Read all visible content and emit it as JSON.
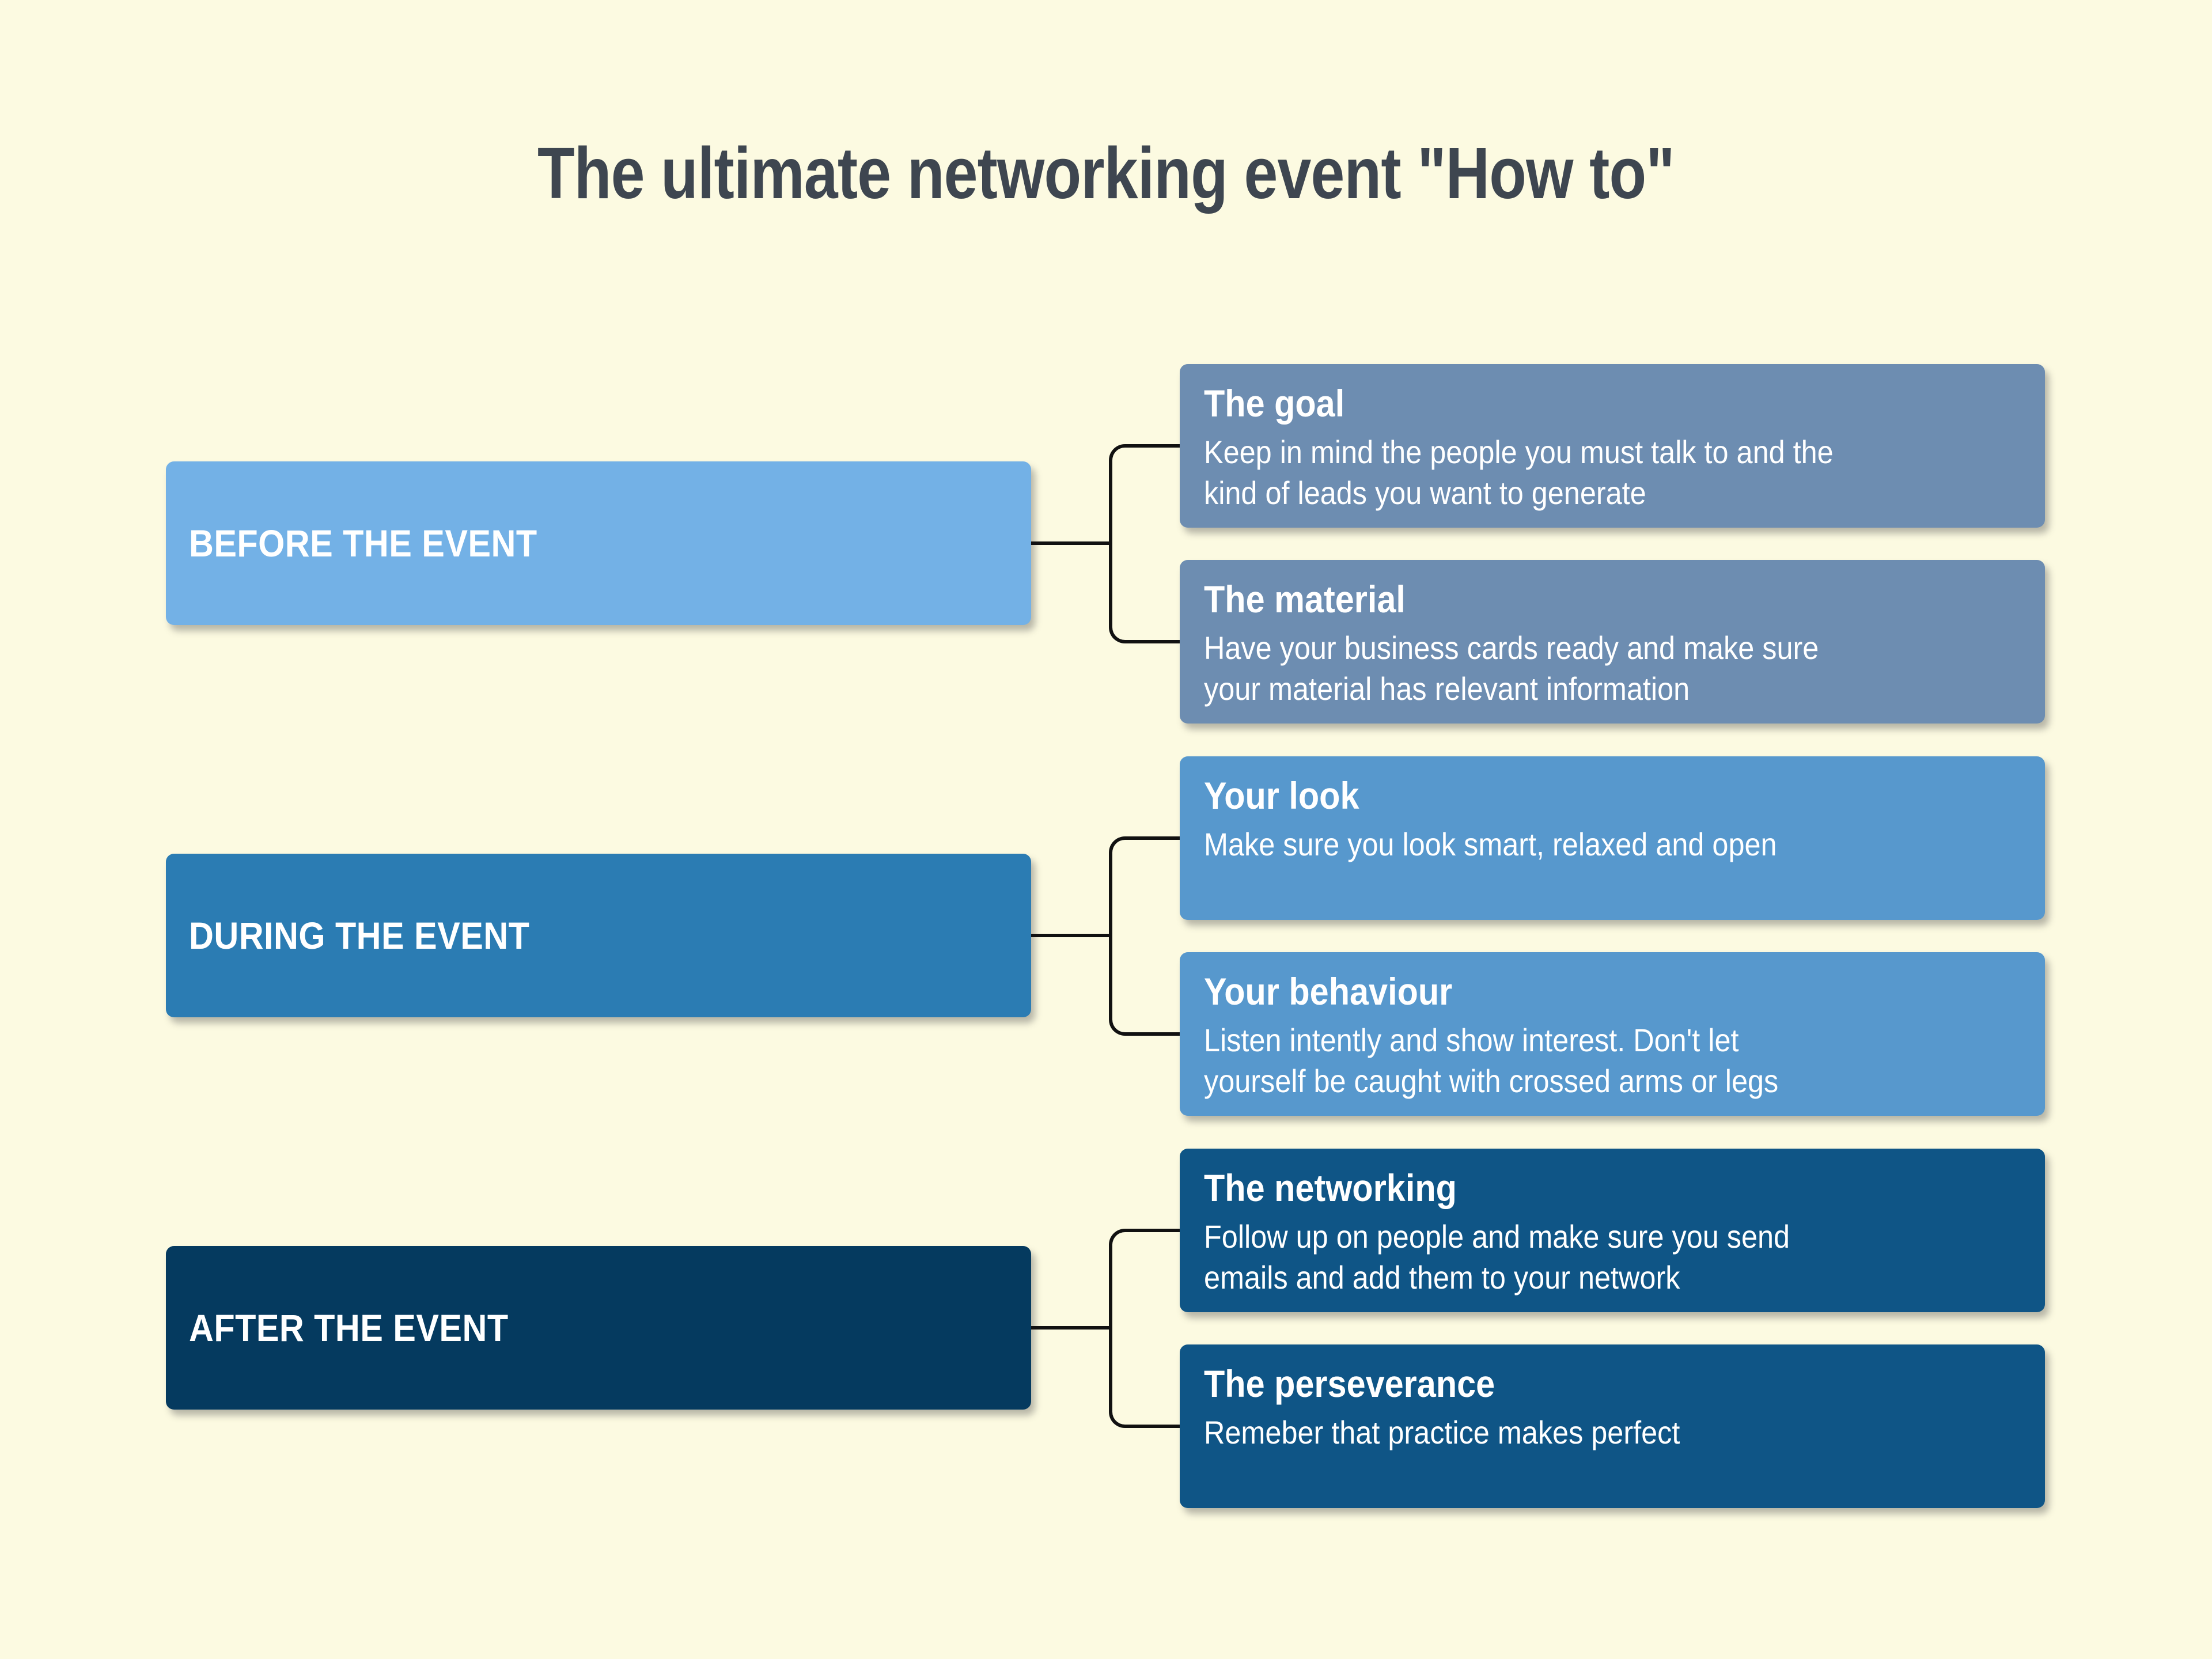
{
  "title": "The ultimate networking event \"How to\"",
  "colors": {
    "background": "#FCFAE1",
    "title_text": "#3E4650",
    "connector": "#111111",
    "box_text": "#FFFFFF",
    "before_stage": "#73B1E6",
    "before_items": "#6D8DB1",
    "during_stage": "#2B7CB3",
    "during_items": "#5798CD",
    "after_stage": "#053A5F",
    "after_items": "#0F5586"
  },
  "groups": [
    {
      "label": "BEFORE THE EVENT",
      "items": [
        {
          "heading": "The goal",
          "body": "Keep in mind the people you must talk to and the\nkind of leads you want to generate"
        },
        {
          "heading": "The material",
          "body": "Have your business cards ready and make sure\nyour material has relevant information"
        }
      ]
    },
    {
      "label": "DURING THE EVENT",
      "items": [
        {
          "heading": "Your look",
          "body": "Make sure you look smart, relaxed and open"
        },
        {
          "heading": "Your behaviour",
          "body": "Listen intently and show interest. Don't let\nyourself be caught with crossed arms or legs"
        }
      ]
    },
    {
      "label": "AFTER THE EVENT",
      "items": [
        {
          "heading": "The networking",
          "body": "Follow up on people and make sure you send\nemails and add them to your network"
        },
        {
          "heading": "The perseverance",
          "body": "Remeber that practice makes perfect"
        }
      ]
    }
  ]
}
